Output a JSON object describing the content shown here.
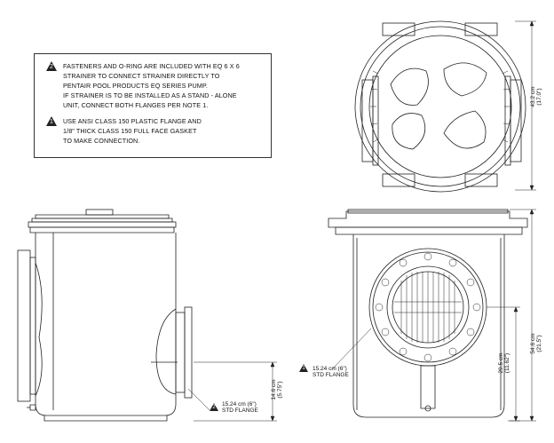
{
  "notes": [
    {
      "num": "2",
      "lines": [
        "FASTENERS AND O-RING ARE INCLUDED WITH EQ 6 X 6",
        "STRAINER TO CONNECT STRAINER DIRECTLY TO",
        "PENTAIR POOL PRODUCTS EQ SERIES PUMP.",
        "IF STRAINER IS TO BE INSTALLED AS A STAND - ALONE",
        "UNIT, CONNECT BOTH FLANGES PER NOTE 1."
      ]
    },
    {
      "num": "1",
      "lines": [
        "USE ANSI CLASS 150 PLASTIC FLANGE AND",
        "1/8\" THICK CLASS 150 FULL FACE GASKET",
        "TO MAKE CONNECTION."
      ]
    }
  ],
  "dims": {
    "width_top": {
      "cm": "43.2 cm",
      "in": "(17.0\")"
    },
    "height_total": {
      "cm": "54.6 cm",
      "in": "(21.5\")"
    },
    "height_inlet": {
      "cm": "29.5 cm",
      "in": "(11.62\")"
    },
    "height_flange": {
      "cm": "14.6 cm",
      "in": "(5.75\")"
    }
  },
  "flanges": {
    "side": {
      "num": "2",
      "l1": "15.24 cm (6\")",
      "l2": "STD FLANGE"
    },
    "front": {
      "num": "1",
      "l1": "15.24 cm (6\")",
      "l2": "STD FLANGE"
    }
  }
}
